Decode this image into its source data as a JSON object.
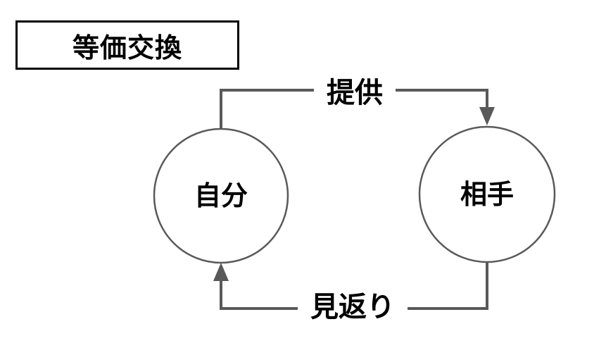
{
  "diagram": {
    "title": "等価交換",
    "nodes": [
      {
        "id": "self",
        "label": "自分"
      },
      {
        "id": "partner",
        "label": "相手"
      }
    ],
    "edges": [
      {
        "from": "self",
        "to": "partner",
        "label": "提供",
        "position": "top",
        "arrow_direction": "down-into-partner"
      },
      {
        "from": "partner",
        "to": "self",
        "label": "見返り",
        "position": "bottom",
        "arrow_direction": "up-into-self"
      }
    ],
    "colors": {
      "line": "#595959",
      "text": "#000000",
      "box_border": "#000000",
      "background": "#ffffff"
    }
  }
}
